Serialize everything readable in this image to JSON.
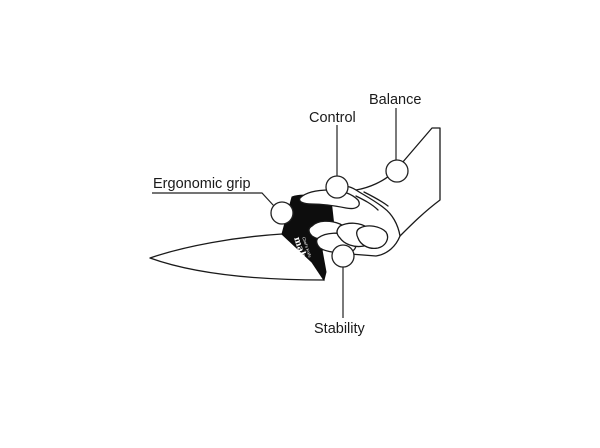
{
  "diagram": {
    "callouts": [
      {
        "id": "balance",
        "label": "Balance"
      },
      {
        "id": "control",
        "label": "Control"
      },
      {
        "id": "ergonomic-grip",
        "label": "Ergonomic grip"
      },
      {
        "id": "stability",
        "label": "Stability"
      }
    ],
    "knife_brand": "mabuyu",
    "knife_brand_sub": "Chef's Knife",
    "colors": {
      "ink": "#1a1a1a",
      "handle": "#0d0d0d",
      "background": "#ffffff"
    }
  }
}
